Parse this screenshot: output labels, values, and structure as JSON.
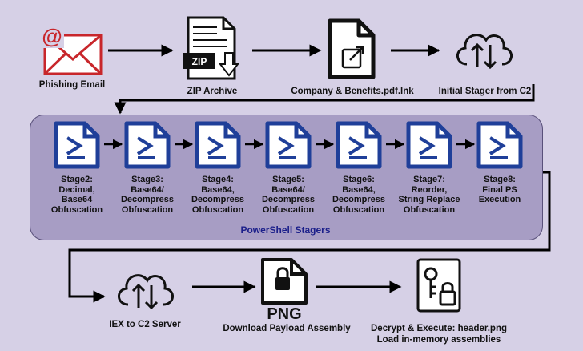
{
  "top_row": {
    "email": "Phishing Email",
    "zip": "ZIP Archive",
    "zip_badge": "ZIP",
    "lnk": "Company & Benefits.pdf.lnk",
    "stager": "Initial Stager from C2"
  },
  "group": {
    "title": "PowerShell Stagers",
    "stages": [
      [
        "Stage2:",
        "Decimal,",
        "Base64",
        "Obfuscation"
      ],
      [
        "Stage3:",
        "Base64/",
        "Decompress",
        "Obfuscation"
      ],
      [
        "Stage4:",
        "Base64,",
        "Decompress",
        "Obfuscation"
      ],
      [
        "Stage5:",
        "Base64/",
        "Decompress",
        "Obfuscation"
      ],
      [
        "Stage6:",
        "Base64,",
        "Decompress",
        "Obfuscation"
      ],
      [
        "Stage7:",
        "Reorder,",
        "String Replace",
        "Obfuscation"
      ],
      [
        "Stage8:",
        "Final PS",
        "Execution"
      ]
    ]
  },
  "bottom_row": {
    "iex": "IEX to C2 Server",
    "png_badge": "PNG",
    "png": "Download Payload Assembly",
    "decrypt_line1": "Decrypt & Execute: header.png",
    "decrypt_line2": "Load in-memory assemblies"
  },
  "colors": {
    "background": "#d6d0e6",
    "group_fill": "#a79dc4",
    "powershell_blue": "#1f3f99",
    "email_red": "#c8262b",
    "group_title": "#1b1f8a"
  }
}
